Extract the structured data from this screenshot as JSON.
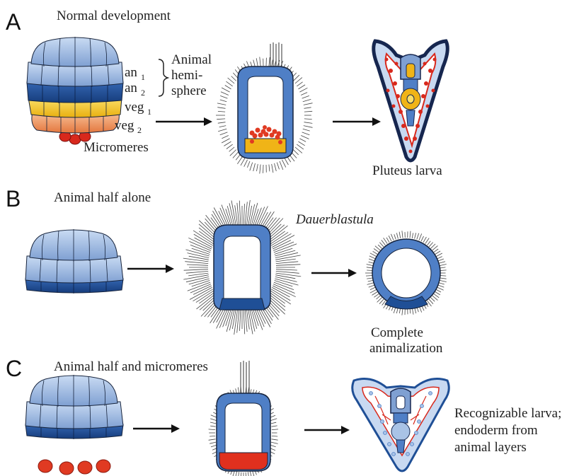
{
  "panels": {
    "a": {
      "letter": "A",
      "title": "Normal development",
      "labels": {
        "an1": "an",
        "an1_sub": "1",
        "an2": "an",
        "an2_sub": "2",
        "veg1": "veg",
        "veg1_sub": "1",
        "veg2": "veg",
        "veg2_sub": "2",
        "micromeres": "Micromeres",
        "hemisphere_line1": "Animal",
        "hemisphere_line2": "hemi-",
        "hemisphere_line3": "sphere",
        "larva": "Pluteus larva"
      }
    },
    "b": {
      "letter": "B",
      "title": "Animal half alone",
      "labels": {
        "dauerblastula": "Dauerblastula",
        "result_line1": "Complete",
        "result_line2": "animalization"
      }
    },
    "c": {
      "letter": "C",
      "title": "Animal half and micromeres",
      "labels": {
        "result_line1": "Recognizable larva;",
        "result_line2": "endoderm from",
        "result_line3": "animal layers"
      }
    }
  },
  "colors": {
    "animal_light": "#a9c3e6",
    "animal_dark": "#1f4f96",
    "veg1": "#f2c21b",
    "veg2": "#ee9a62",
    "micromere": "#e03a22",
    "outline": "#17243d"
  }
}
